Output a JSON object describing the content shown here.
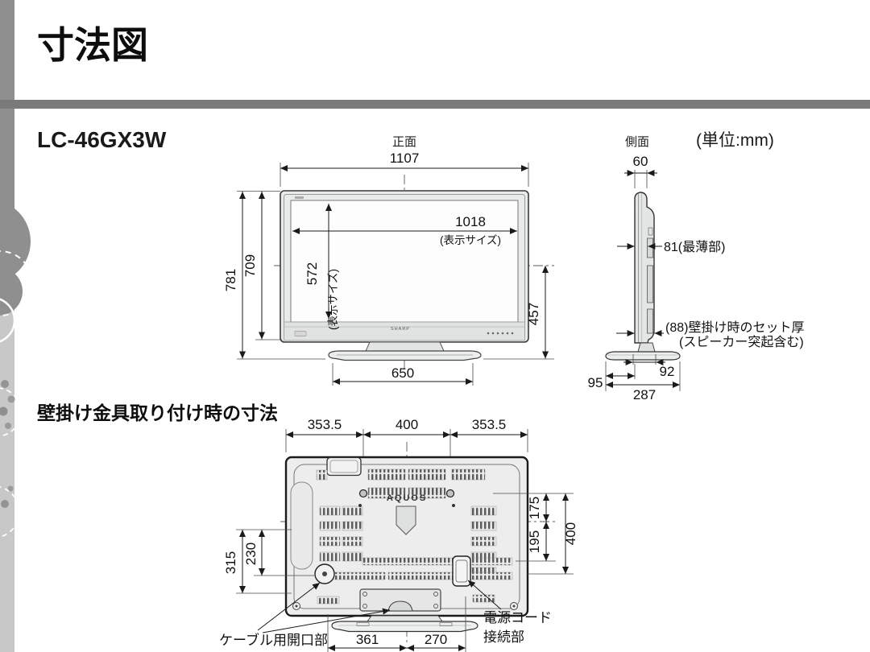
{
  "page": {
    "title": "寸法図",
    "model": "LC-46GX3W",
    "unit_label": "(単位:mm)"
  },
  "front": {
    "label": "正面",
    "total_width": "1107",
    "display_width": "1018",
    "display_note": "(表示サイズ)",
    "display_height": "572",
    "display_height_note": "(表示サイズ)",
    "total_height": "781",
    "body_height": "709",
    "center_height": "457",
    "stand_width": "650",
    "brand": "SHARP"
  },
  "side": {
    "label": "側面",
    "depth": "60",
    "thinnest": "81(最薄部)",
    "wallmount_note_1": "(88)壁掛け時のセット厚",
    "wallmount_note_2": "(スピーカー突起含む)",
    "base_front": "95",
    "base_neck": "92",
    "base_depth": "287"
  },
  "wallmount": {
    "title": "壁掛け金具取り付け時の寸法",
    "logo": "AQUOS",
    "top_left": "353.5",
    "top_center": "400",
    "top_right": "353.5",
    "left_outer": "315",
    "left_inner": "230",
    "right_top": "175",
    "right_bottom": "195",
    "right_outer": "400",
    "bottom_left": "361",
    "bottom_right": "270",
    "cable_label": "ケーブル用開口部",
    "power_label_1": "電源コード",
    "power_label_2": "接続部"
  }
}
